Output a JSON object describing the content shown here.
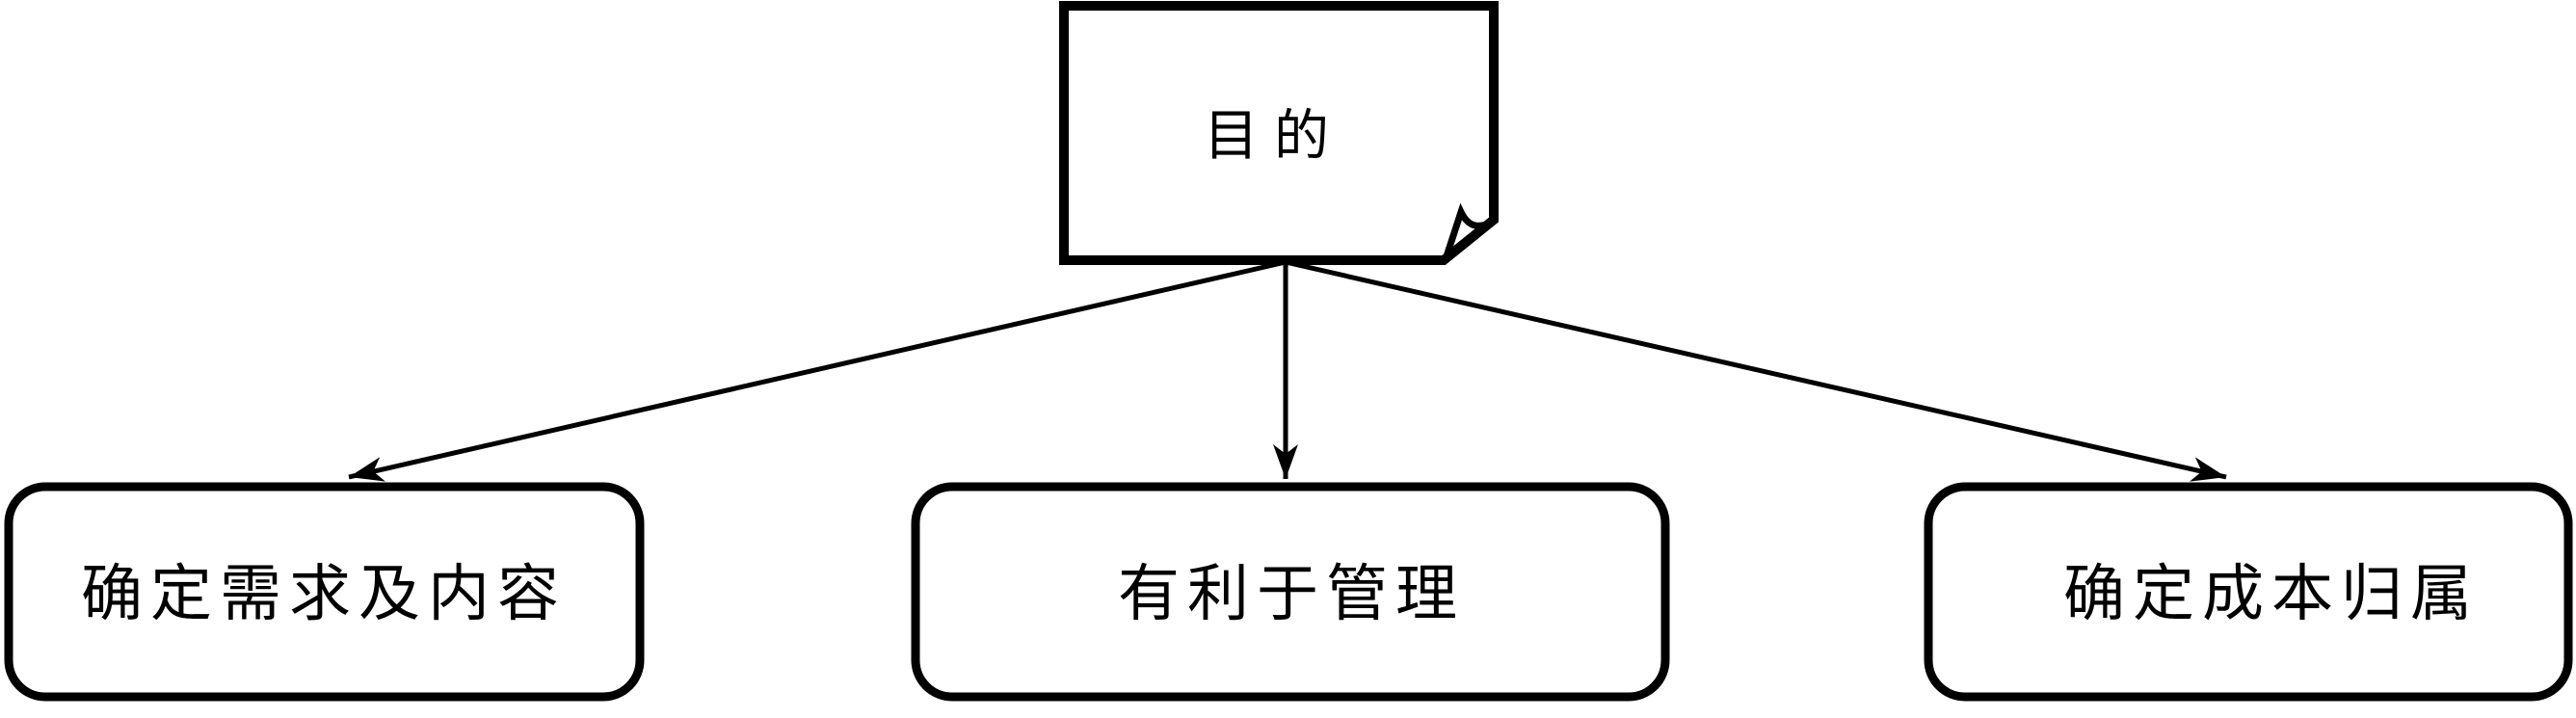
{
  "diagram": {
    "type": "tree",
    "background_color": "#ffffff",
    "stroke_color": "#000000",
    "root": {
      "label": "目的",
      "shape": "note-with-folded-corner"
    },
    "children": [
      {
        "label": "确定需求及内容",
        "shape": "rounded-rectangle"
      },
      {
        "label": "有利于管理",
        "shape": "rounded-rectangle"
      },
      {
        "label": "确定成本归属",
        "shape": "rounded-rectangle"
      }
    ],
    "edges": [
      {
        "from": "目的",
        "to": "确定需求及内容",
        "style": "arrow"
      },
      {
        "from": "目的",
        "to": "有利于管理",
        "style": "arrow"
      },
      {
        "from": "目的",
        "to": "确定成本归属",
        "style": "arrow"
      }
    ]
  }
}
